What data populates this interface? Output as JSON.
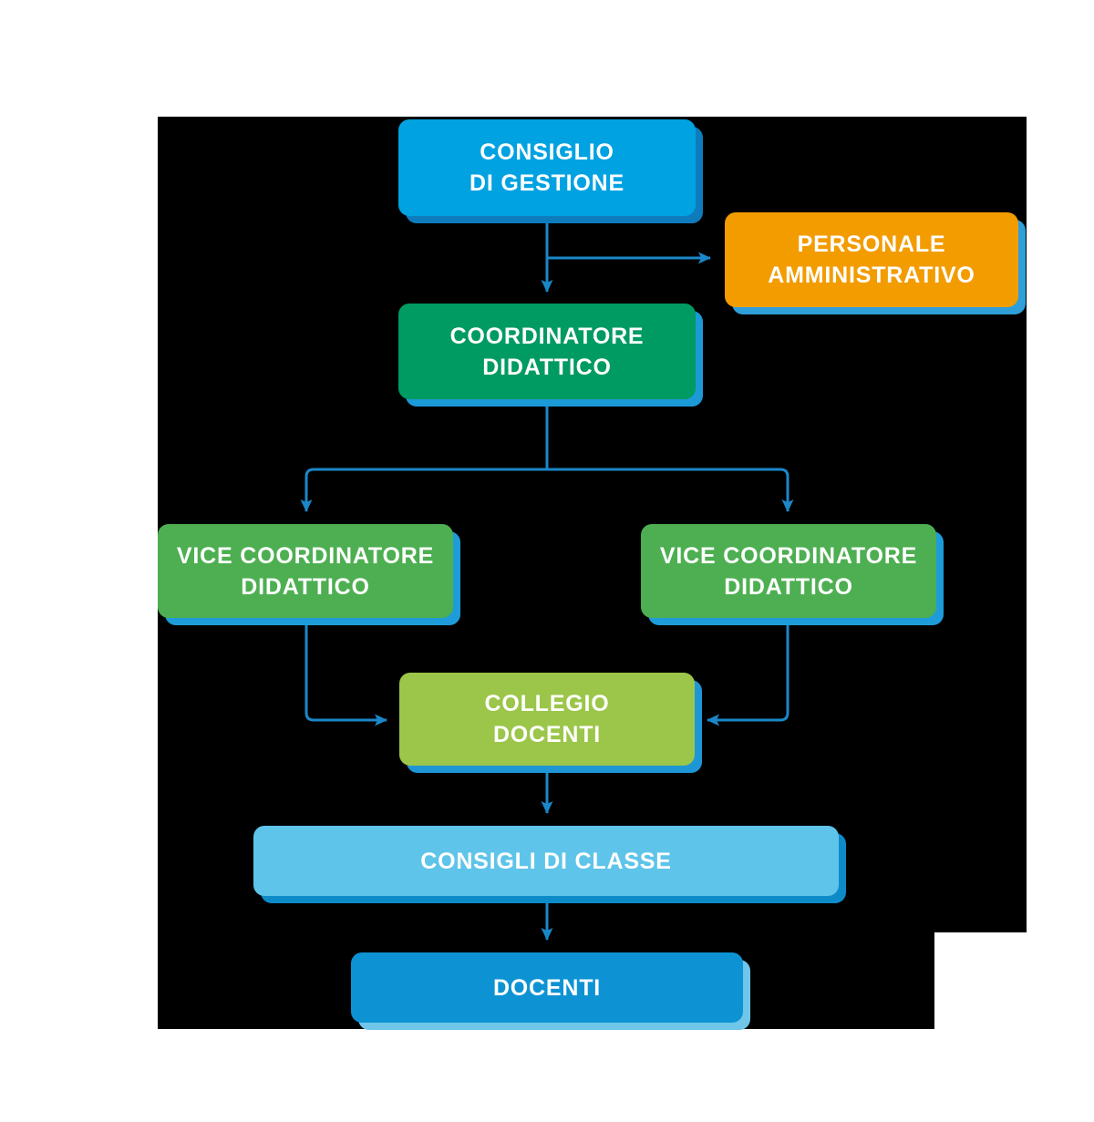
{
  "page": {
    "background_color": "#FFFFFF",
    "canvas_color": "#000000"
  },
  "connectors": {
    "color": "#1B87C9"
  },
  "nodes": [
    {
      "key": "consiglio-di-gestione",
      "label_line1": "CONSIGLIO",
      "label_line2": "DI GESTIONE",
      "fill": "#00A2E1",
      "shadow": "#0E7CBC"
    },
    {
      "key": "personale-amministrativo",
      "label_line1": "PERSONALE",
      "label_line2": "AMMINISTRATIVO",
      "fill": "#F39C00",
      "shadow": "#2E9FD9"
    },
    {
      "key": "coordinatore-didattico",
      "label_line1": "COORDINATORE",
      "label_line2": "DIDATTICO",
      "fill": "#009B62",
      "shadow": "#1C99D7"
    },
    {
      "key": "vice-coordinatore-didattico-sinistra",
      "label_line1": "VICE COORDINATORE",
      "label_line2": "DIDATTICO",
      "fill": "#4DAF51",
      "shadow": "#1E9CD9"
    },
    {
      "key": "vice-coordinatore-didattico-destra",
      "label_line1": "VICE COORDINATORE",
      "label_line2": "DIDATTICO",
      "fill": "#4DAF51",
      "shadow": "#1E9CD9"
    },
    {
      "key": "collegio-docenti",
      "label_line1": "COLLEGIO",
      "label_line2": "DOCENTI",
      "fill": "#9BC649",
      "shadow": "#1E96D6"
    },
    {
      "key": "consigli-di-classe",
      "label_line1": "CONSIGLI DI CLASSE",
      "label_line2": "",
      "fill": "#5FC4E9",
      "shadow": "#0D8BC9"
    },
    {
      "key": "docenti",
      "label_line1": "DOCENTI",
      "label_line2": "",
      "fill": "#0D93D3",
      "shadow": "#6FC6E9"
    }
  ]
}
